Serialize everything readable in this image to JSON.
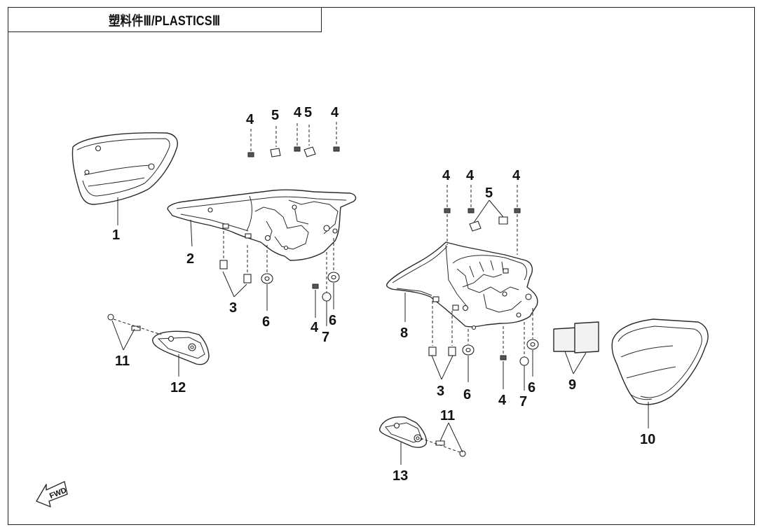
{
  "title": "塑料件Ⅲ/PLASTICSⅢ",
  "direction_label": "FWD",
  "callouts": {
    "c1": "1",
    "c2": "2",
    "c3a": "3",
    "c3b": "3",
    "c4a": "4",
    "c4b": "4",
    "c4c": "4",
    "c4d": "4",
    "c4e": "4",
    "c4f": "4",
    "c4g": "4",
    "c4h": "4",
    "c5a": "5",
    "c5b": "5",
    "c5c": "5",
    "c6a": "6",
    "c6b": "6",
    "c6c": "6",
    "c6d": "6",
    "c7a": "7",
    "c7b": "7",
    "c8": "8",
    "c9": "9",
    "c10": "10",
    "c11a": "11",
    "c11b": "11",
    "c12": "12",
    "c13": "13"
  }
}
